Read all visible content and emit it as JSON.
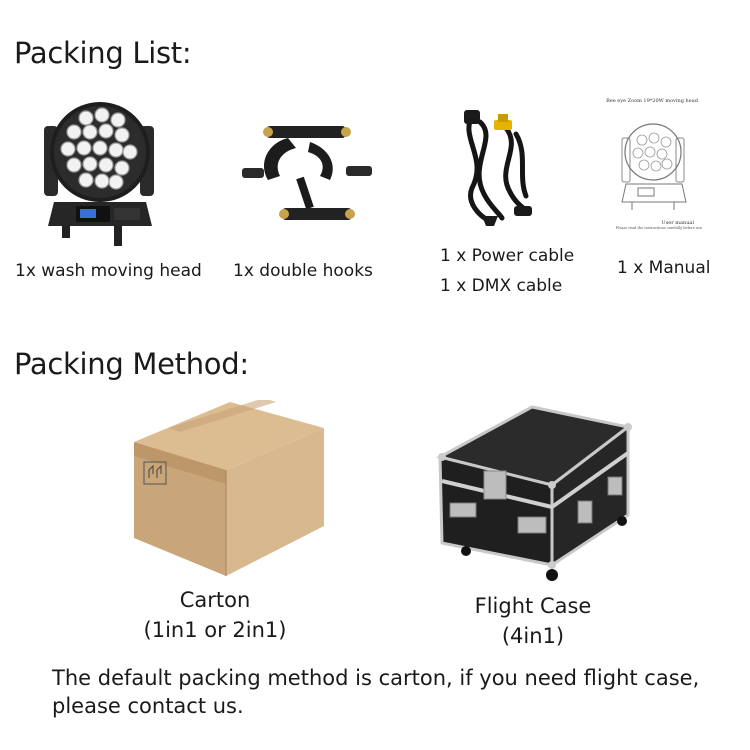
{
  "packing_list": {
    "heading": "Packing List:",
    "items": [
      {
        "label": "1x wash moving head",
        "image": "moving-head-light-image"
      },
      {
        "label": "1x double hooks",
        "image": "double-hooks-image"
      },
      {
        "label_line1": "1 x Power cable",
        "label_line2": "1 x DMX cable",
        "image": "cables-image"
      },
      {
        "label": "1 x Manual",
        "image": "manual-image",
        "manual_title": "Bee eye Zoom 19*20W moving head",
        "manual_footer": "User manual",
        "manual_note": "Please read the instructions carefully before use"
      }
    ]
  },
  "packing_method": {
    "heading": "Packing Method:",
    "carton": {
      "name": "Carton",
      "detail": "(1in1 or 2in1)"
    },
    "flight_case": {
      "name": "Flight Case",
      "detail": "(4in1)"
    }
  },
  "note": {
    "line1": "The default packing method is carton, if you need flight case,",
    "line2": "please contact us."
  }
}
